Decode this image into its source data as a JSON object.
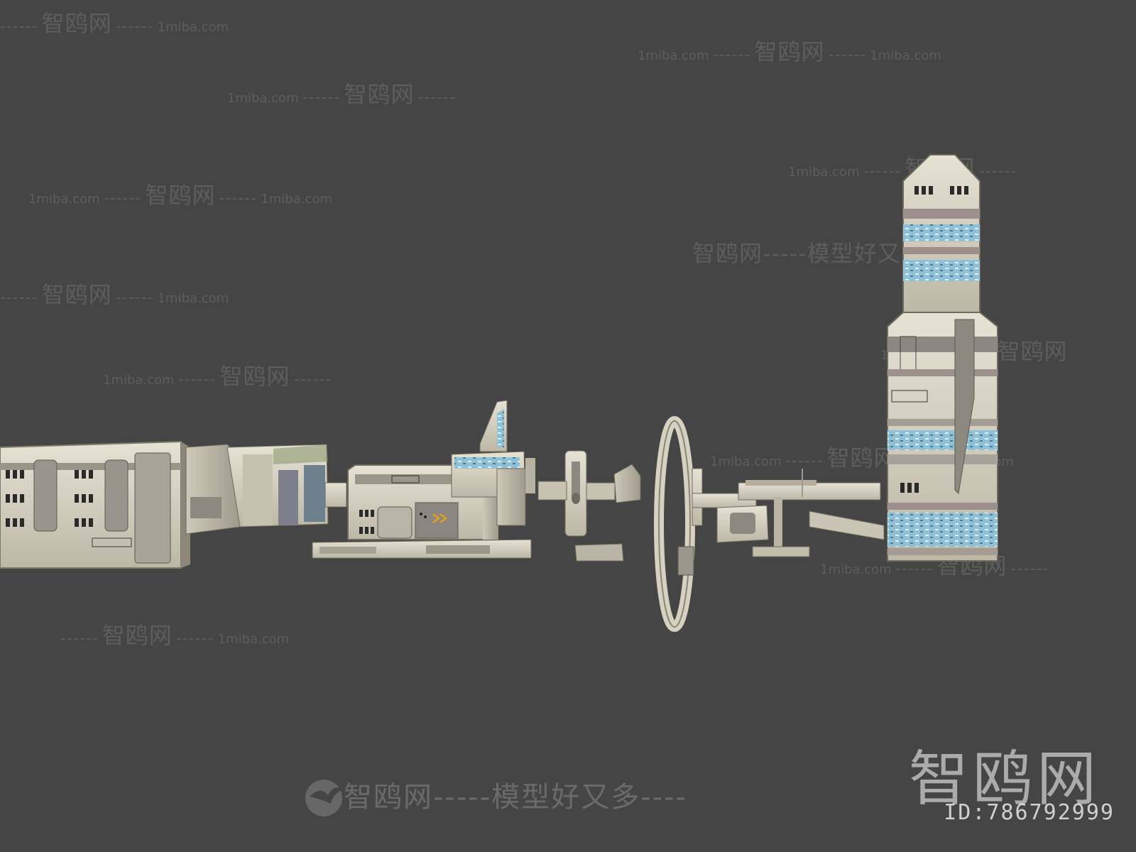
{
  "watermark": {
    "cn": "智鸥网",
    "en": "1miba.com",
    "dash": "------",
    "slogan_line": "智鸥网-----模型好又多----"
  },
  "bottom_banner": "智鸥网-----模型好又多----",
  "brand": {
    "name": "智鸥网",
    "id_label": "ID:786792999"
  },
  "colors": {
    "background": "#454545",
    "hull": "#d9d4c3",
    "panel": "#8f8a86",
    "window": "#9fc8dc",
    "accent": "#e3a31f"
  }
}
